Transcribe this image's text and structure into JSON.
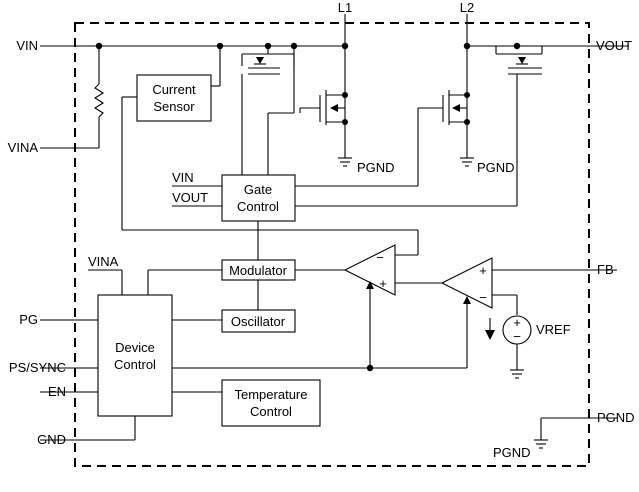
{
  "pins": {
    "vin": "VIN",
    "vina": "VINA",
    "l1": "L1",
    "l2": "L2",
    "vout": "VOUT",
    "fb": "FB",
    "pg": "PG",
    "ps_sync": "PS/SYNC",
    "en": "EN",
    "gnd": "GND",
    "pgnd": "PGND"
  },
  "blocks": {
    "current_sensor": [
      "Current",
      "Sensor"
    ],
    "gate_control": [
      "Gate",
      "Control"
    ],
    "modulator": "Modulator",
    "oscillator": "Oscillator",
    "device_control": [
      "Device",
      "Control"
    ],
    "temperature_control": [
      "Temperature",
      "Control"
    ]
  },
  "labels": {
    "gate_vin": "VIN",
    "gate_vout": "VOUT",
    "device_vina": "VINA",
    "vref": "VREF",
    "pgnd_1": "PGND",
    "pgnd_2": "PGND",
    "pgnd_3": "PGND",
    "amp_minus": "−",
    "amp_plus": "+",
    "vref_plus": "+",
    "vref_minus": "−"
  }
}
